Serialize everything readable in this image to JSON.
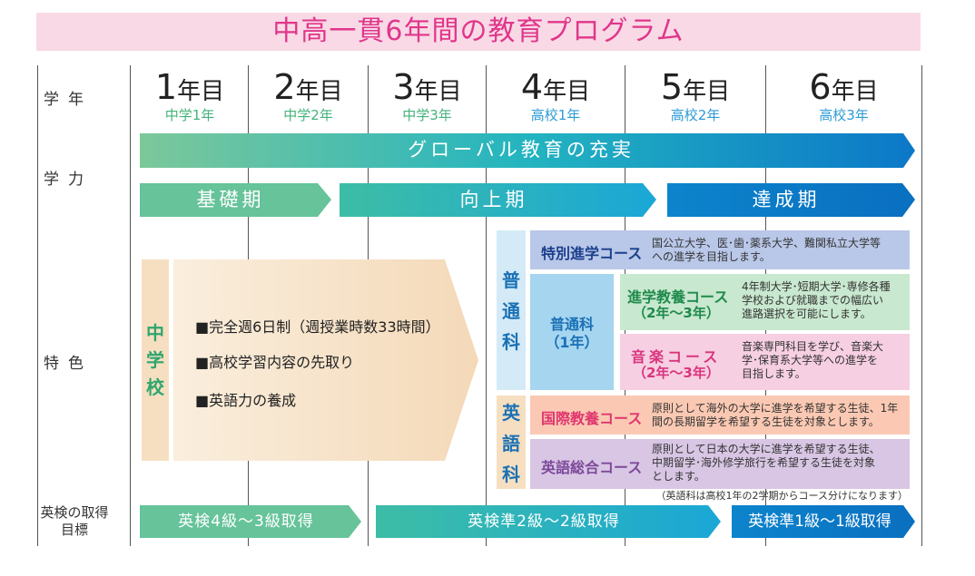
{
  "title": "中高一貫6年間の教育プログラム",
  "row_labels": {
    "grade": "学年",
    "academic": "学力",
    "feature": "特色",
    "eiken_line1": "英検の取得",
    "eiken_line2": "目標"
  },
  "years": [
    {
      "num": "1",
      "unit": "年目",
      "sub": "中学1年"
    },
    {
      "num": "2",
      "unit": "年目",
      "sub": "中学2年"
    },
    {
      "num": "3",
      "unit": "年目",
      "sub": "中学3年"
    },
    {
      "num": "4",
      "unit": "年目",
      "sub": "高校1年"
    },
    {
      "num": "5",
      "unit": "年目",
      "sub": "高校2年"
    },
    {
      "num": "6",
      "unit": "年目",
      "sub": "高校3年"
    }
  ],
  "global_bar": "グローバル教育の充実",
  "phases": [
    "基礎期",
    "向上期",
    "達成期"
  ],
  "junior_high": {
    "label": [
      "中",
      "学",
      "校"
    ],
    "features": [
      "■完全週6日制（週授業時数33時間）",
      "■高校学習内容の先取り",
      "■英語力の養成"
    ]
  },
  "futsuka": {
    "label": [
      "普",
      "通",
      "科"
    ],
    "year1_label": [
      "普通科",
      "（1年）"
    ],
    "courses": [
      {
        "name": "特別進学コース",
        "desc": [
          "国公立大学、医･歯･薬系大学、難関私立大学等",
          "への進学を目指します。"
        ]
      },
      {
        "name": "進学教養コース",
        "sub": "（2年〜3年）",
        "desc": [
          "4年制大学･短期大学･専修各種",
          "学校および就職までの幅広い",
          "進路選択を可能にします。"
        ]
      },
      {
        "name": "音楽コース",
        "sub": "（2年〜3年）",
        "desc": [
          "音楽専門科目を学び、音楽大",
          "学･保育系大学等への進学を",
          "目指します。"
        ]
      }
    ]
  },
  "eigoka": {
    "label": [
      "英",
      "語",
      "科"
    ],
    "courses": [
      {
        "name": "国際教養コース",
        "desc": [
          "原則として海外の大学に進学を希望する生徒、1年",
          "間の長期留学を希望する生徒を対象とします。"
        ]
      },
      {
        "name": "英語総合コース",
        "desc": [
          "原則として日本の大学に進学を希望する生徒、",
          "中期留学･海外修学旅行を希望する生徒を対象",
          "とします。"
        ]
      }
    ],
    "note": "（英語科は高校1年の2学期からコース分けになります）"
  },
  "eiken_goals": [
    "英検4級〜3級取得",
    "英検準2級〜2級取得",
    "英検準1級〜1級取得"
  ]
}
